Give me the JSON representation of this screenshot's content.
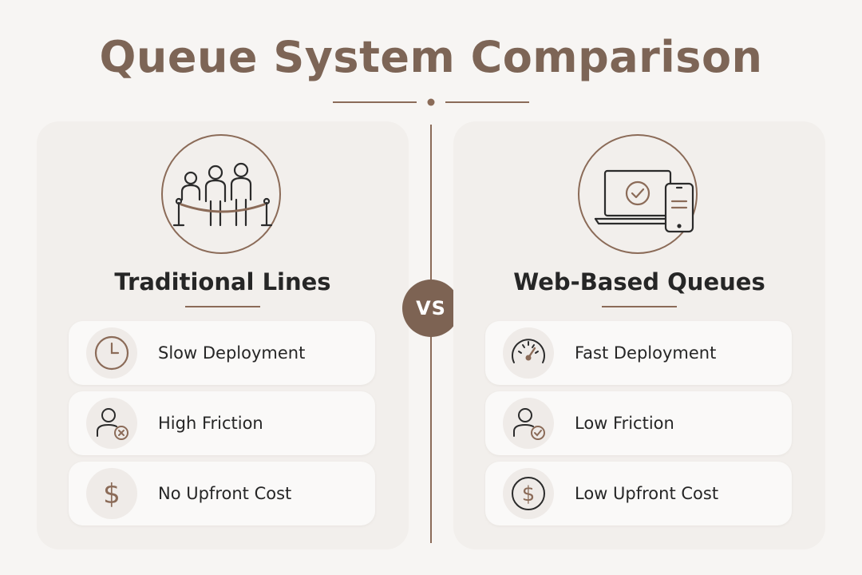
{
  "title": "Queue System Comparison",
  "vs_label": "VS",
  "colors": {
    "accent": "#8b6b58",
    "title": "#7d6556",
    "badge": "#7d6353",
    "panel": "#f2efec",
    "background": "#f7f5f3"
  },
  "left": {
    "heading": "Traditional Lines",
    "hero_icon": "people-in-line-icon",
    "features": [
      {
        "icon": "clock-icon",
        "label": "Slow Deployment"
      },
      {
        "icon": "user-x-icon",
        "label": "High Friction"
      },
      {
        "icon": "dollar-icon",
        "label": "No Upfront Cost"
      }
    ]
  },
  "right": {
    "heading": "Web-Based Queues",
    "hero_icon": "laptop-phone-icon",
    "features": [
      {
        "icon": "speedometer-icon",
        "label": "Fast Deployment"
      },
      {
        "icon": "user-check-icon",
        "label": "Low Friction"
      },
      {
        "icon": "dollar-circle-icon",
        "label": "Low Upfront Cost"
      }
    ]
  }
}
